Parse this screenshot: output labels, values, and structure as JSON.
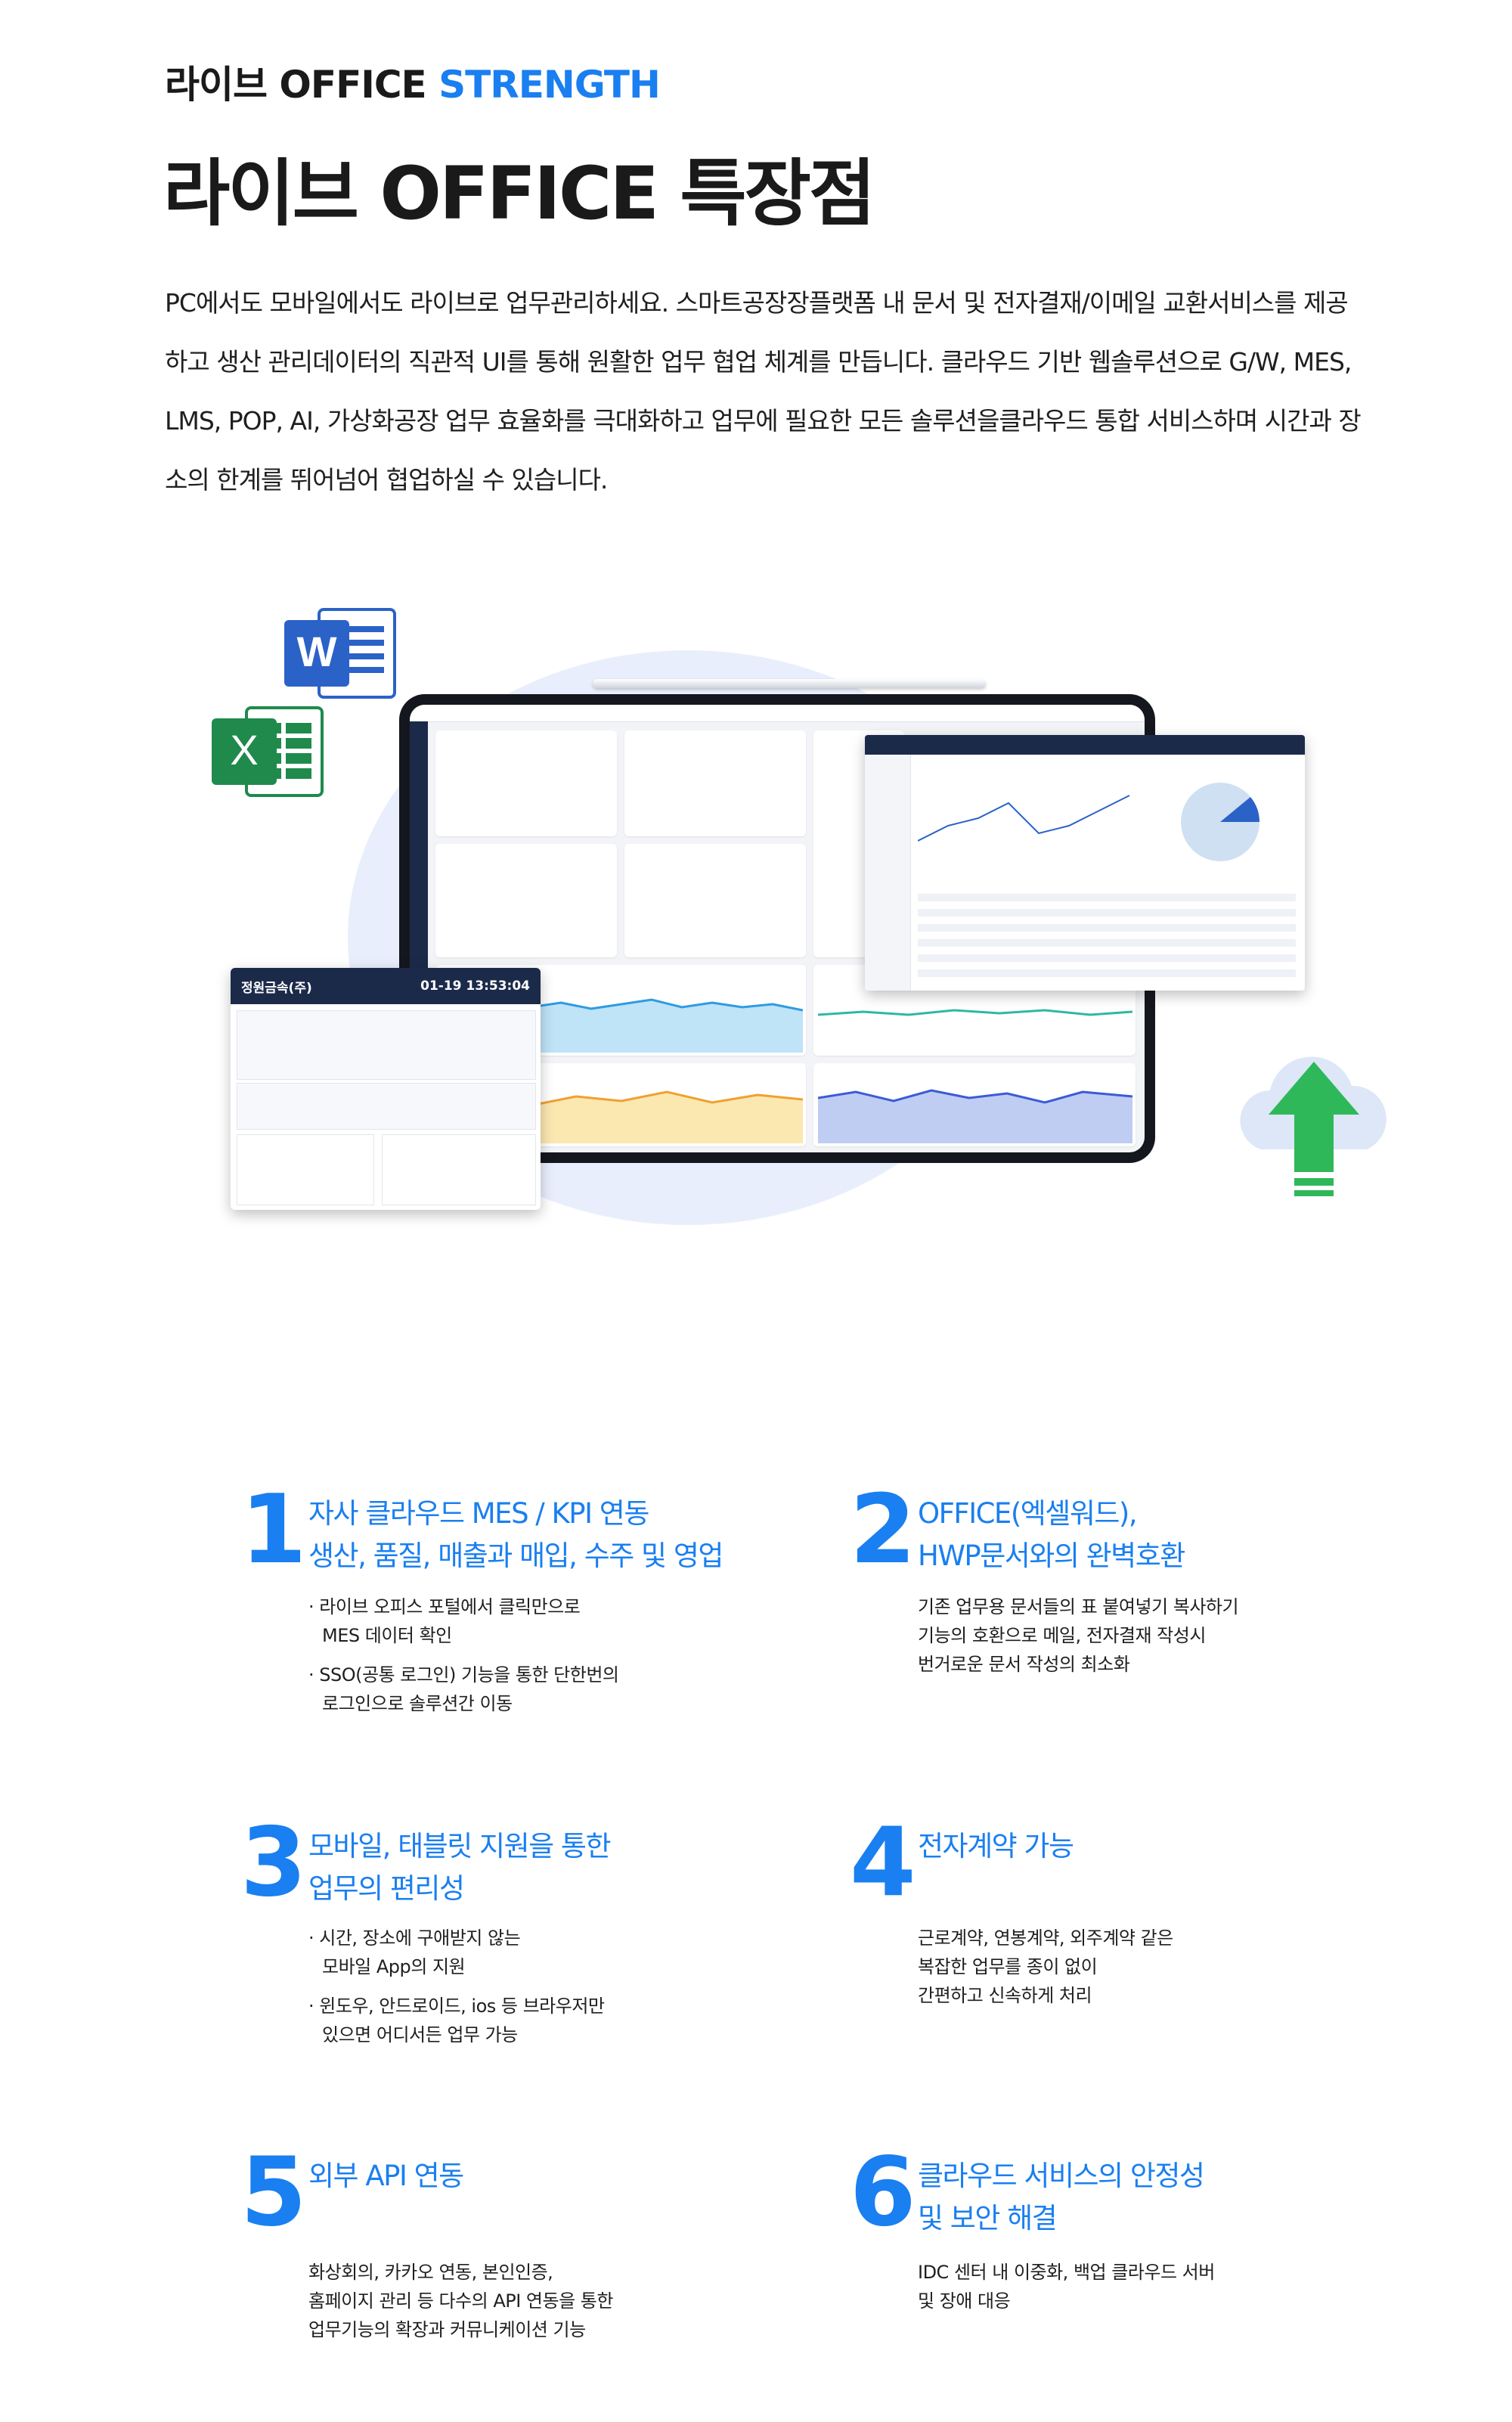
{
  "header": {
    "eyebrow_dark": "라이브 OFFICE ",
    "eyebrow_accent": "STRENGTH",
    "title": "라이브 OFFICE 특장점"
  },
  "intro": "PC에서도 모바일에서도 라이브로 업무관리하세요. 스마트공장장플랫폼 내 문서 및 전자결재/이메일 교환서비스를 제공하고 생산 관리데이터의 직관적 UI를 통해 원활한 업무 협업 체계를 만듭니다. 클라우드 기반 웹솔루션으로 G/W, MES, LMS, POP, AI, 가상화공장 업무 효율화를 극대화하고 업무에 필요한 모든 솔루션을클라우드 통합 서비스하며 시간과 장소의 한계를 뛰어넘어 협업하실 수 있습니다.",
  "hero": {
    "mobile_company": "정원금속(주)",
    "mobile_time": "01-19 13:53:04"
  },
  "colors": {
    "accent": "#1a7ff0",
    "text": "#1a1a1a",
    "halo": "#e9eefc",
    "navy": "#1c2a4a",
    "green": "#2fb85a"
  },
  "icons": [
    "word-icon",
    "excel-icon",
    "cloud-upload-icon"
  ],
  "features": [
    {
      "num": "1",
      "title_l1": "자사 클라우드 MES / KPI 연동",
      "title_l2": "생산, 품질, 매출과 매입, 수주 및 영업",
      "bullets": [
        {
          "l1": "· 라이브 오피스 포털에서 클릭만으로",
          "l2": "MES 데이터 확인"
        },
        {
          "l1": "· SSO(공통 로그인) 기능을 통한 단한번의",
          "l2": "로그인으로 솔루션간 이동"
        }
      ]
    },
    {
      "num": "2",
      "title_l1": "OFFICE(엑셀워드),",
      "title_l2": "HWP문서와의 완벽호환",
      "lines": [
        "기존 업무용 문서들의 표 붙여넣기 복사하기",
        "기능의 호환으로 메일, 전자결재 작성시",
        "번거로운 문서 작성의 최소화"
      ]
    },
    {
      "num": "3",
      "title_l1": "모바일, 태블릿 지원을 통한",
      "title_l2": "업무의 편리성",
      "bullets": [
        {
          "l1": "· 시간, 장소에 구애받지 않는",
          "l2": "모바일 App의 지원"
        },
        {
          "l1": "· 윈도우, 안드로이드, ios 등 브라우저만",
          "l2": "있으면 어디서든 업무 가능"
        }
      ]
    },
    {
      "num": "4",
      "title_l1": "전자계약 가능",
      "lines": [
        "근로계약, 연봉계약, 외주계약 같은",
        "복잡한 업무를 종이 없이",
        "간편하고 신속하게 처리"
      ]
    },
    {
      "num": "5",
      "title_l1": "외부 API 연동",
      "lines": [
        "화상회의, 카카오 연동, 본인인증,",
        "홈페이지 관리 등 다수의 API 연동을 통한",
        "업무기능의 확장과 커뮤니케이션 기능"
      ]
    },
    {
      "num": "6",
      "title_l1": "클라우드 서비스의 안정성",
      "title_l2": "및 보안 해결",
      "lines": [
        "IDC 센터 내 이중화, 백업 클라우드 서버",
        "및 장애 대응"
      ]
    }
  ]
}
